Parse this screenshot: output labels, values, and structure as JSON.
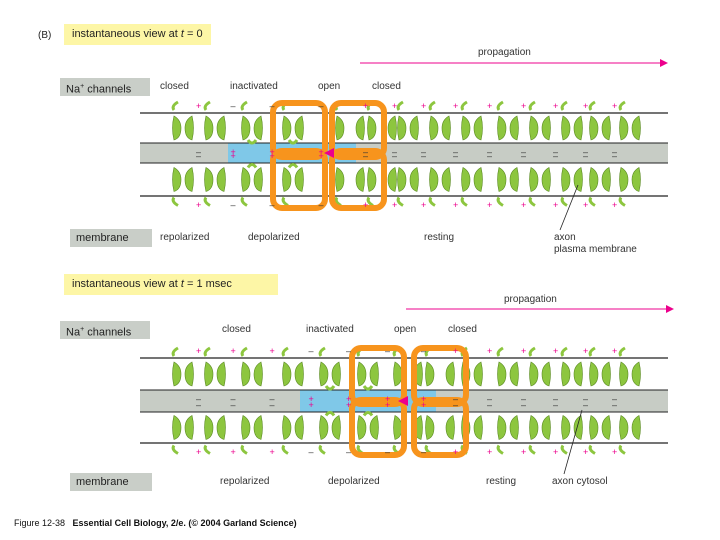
{
  "panel_label": "(B)",
  "panels": [
    {
      "title_prefix": "instantaneous view at ",
      "title_var": "t",
      "title_suffix": " = 0",
      "propagation": "propagation",
      "na_label": "Na",
      "na_sup": "+",
      "na_suffix": " channels",
      "channel_states": [
        "closed",
        "inactivated",
        "open",
        "closed"
      ],
      "membrane_label": "membrane",
      "membrane_states": [
        "repolarized",
        "depolarized",
        "resting"
      ],
      "axon_labels": [
        "axon",
        "plasma membrane"
      ]
    },
    {
      "title_prefix": "instantaneous view at ",
      "title_var": "t",
      "title_suffix": " = 1 msec",
      "propagation": "propagation",
      "na_label": "Na",
      "na_sup": "+",
      "na_suffix": " channels",
      "channel_states": [
        "closed",
        "inactivated",
        "open",
        "closed"
      ],
      "membrane_label": "membrane",
      "membrane_states": [
        "repolarized",
        "depolarized",
        "resting"
      ],
      "axon_labels": [
        "axon cytosol"
      ]
    }
  ],
  "caption": {
    "lead": "Figure 12-38",
    "text": "Essential Cell Biology, 2/e. (© 2004 Garland Science)"
  },
  "colors": {
    "channel": "#8dc63f",
    "cytosol": "#c7ccc5",
    "depolarized": "#7fc8e8",
    "highlight": "#f7941d",
    "plus": "#ec008c",
    "arrow": "#ec008c"
  }
}
